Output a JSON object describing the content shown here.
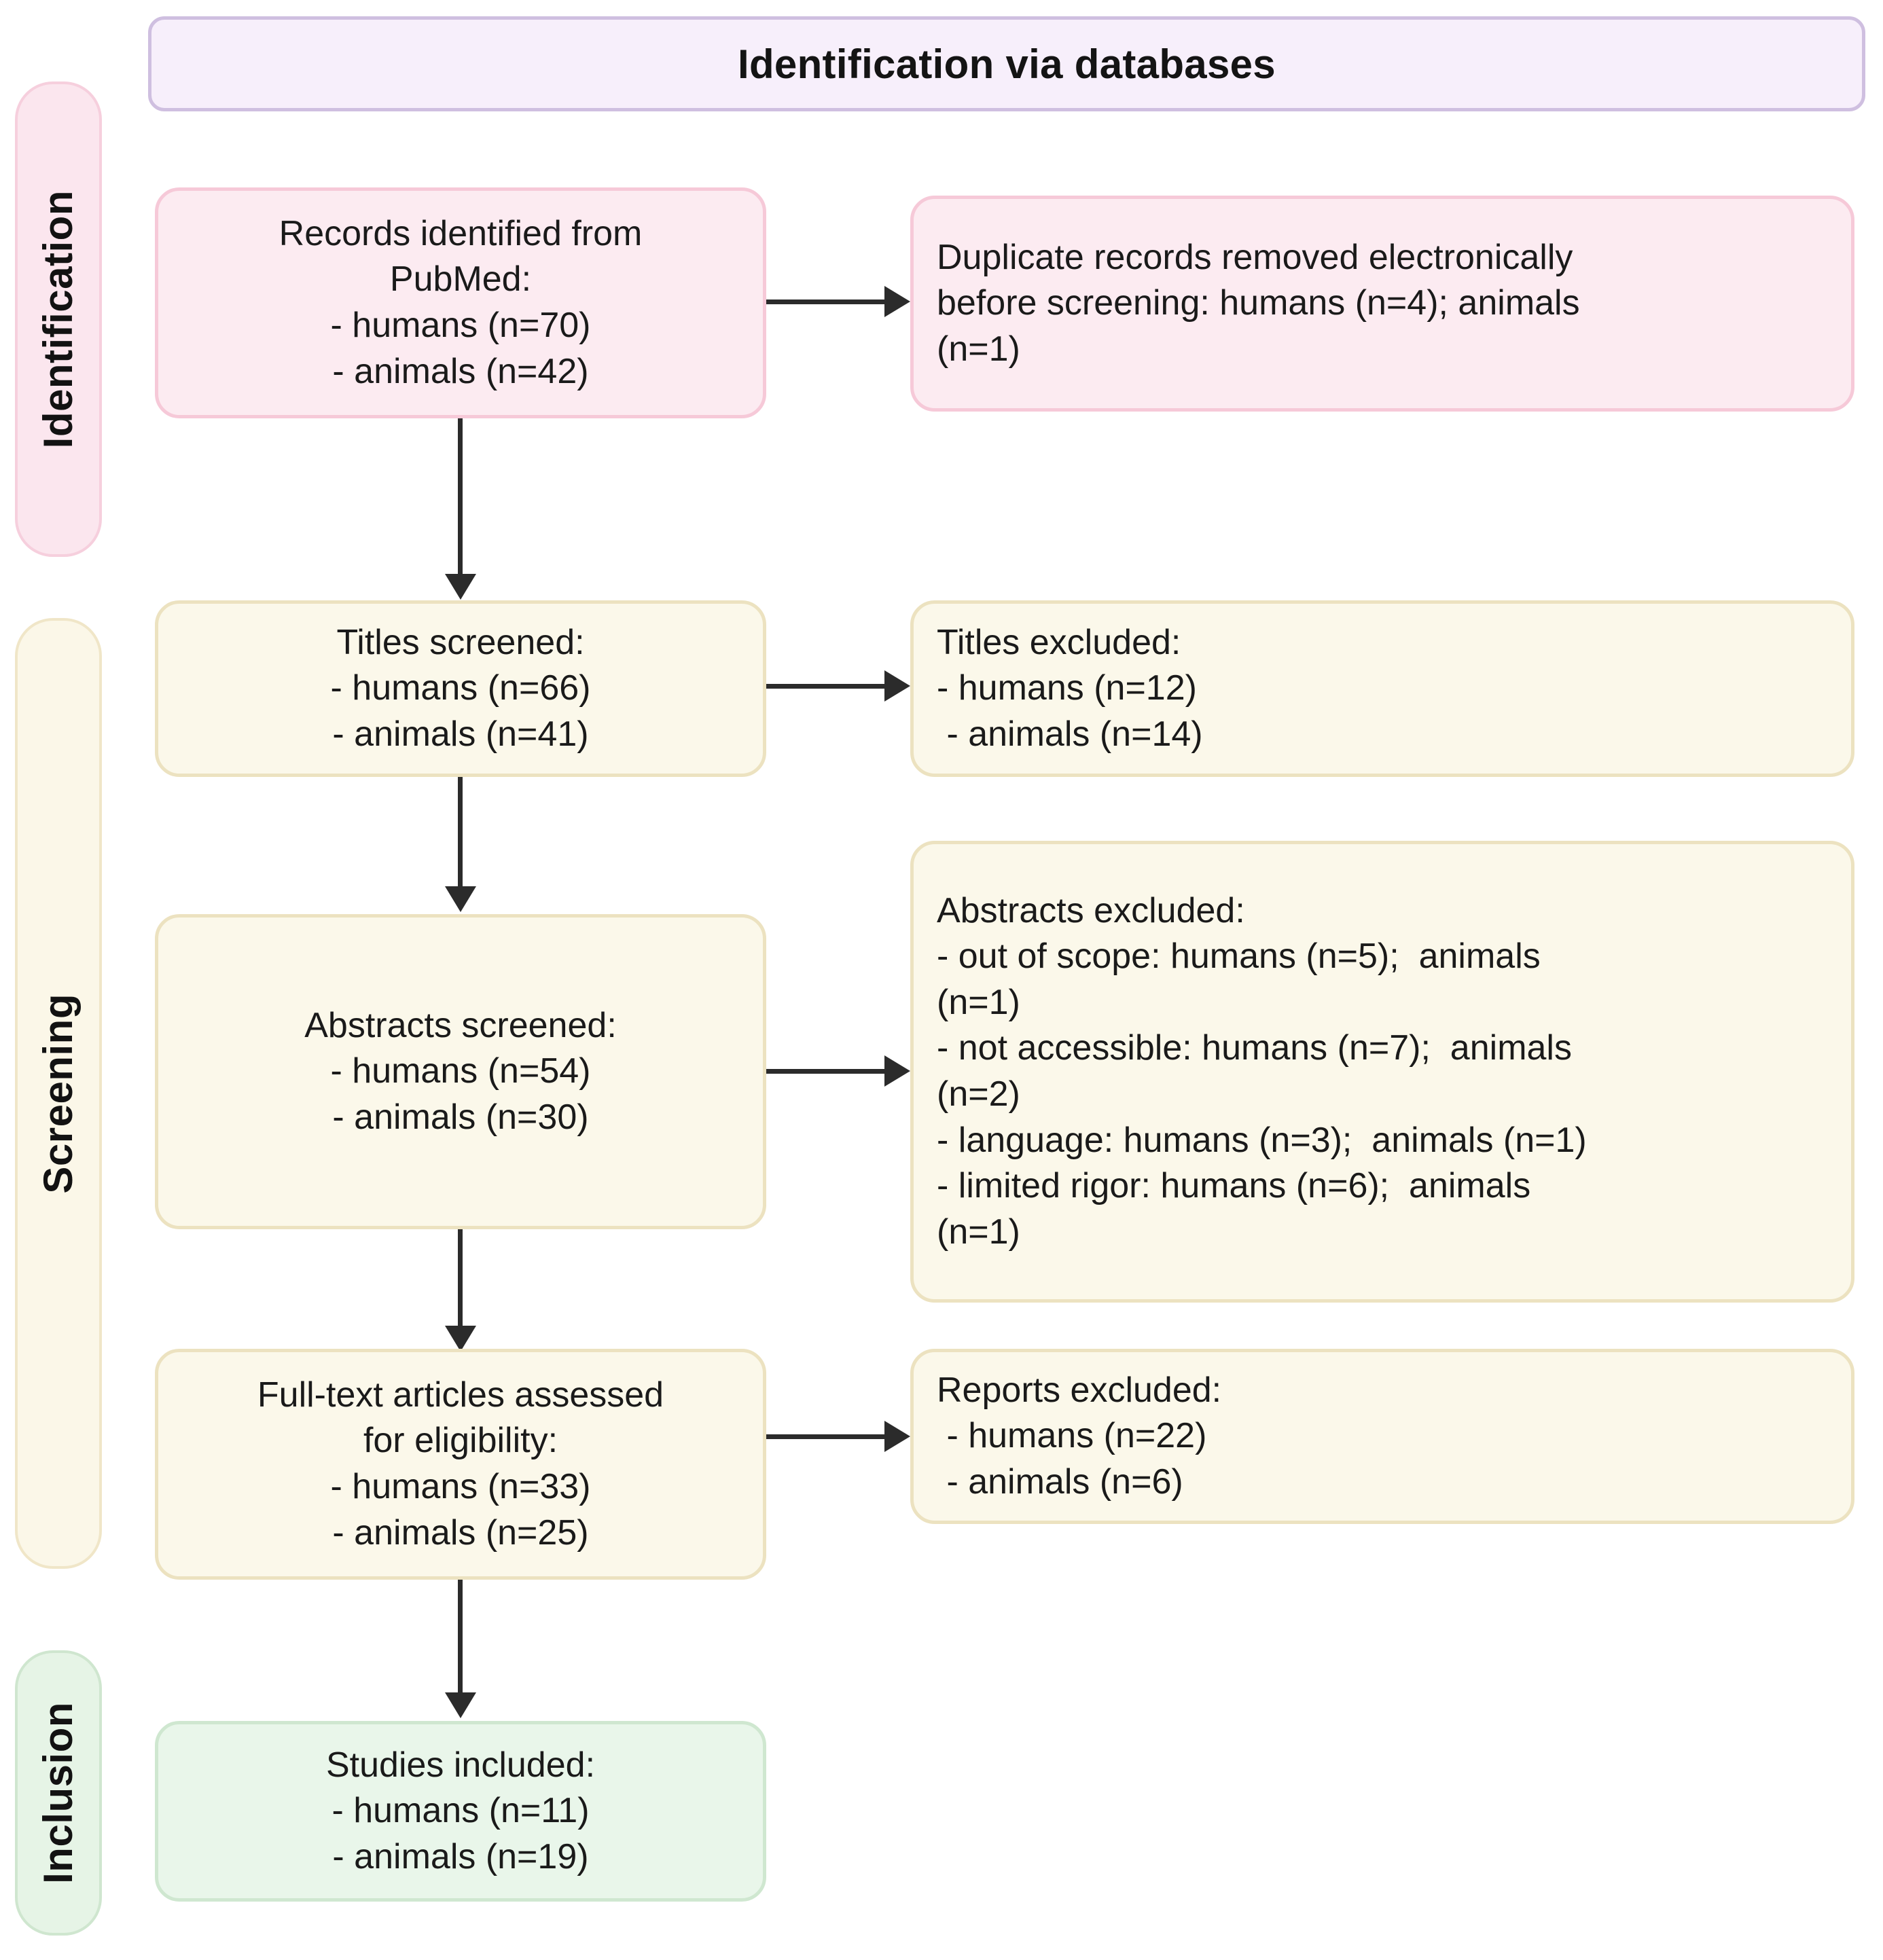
{
  "header": {
    "title": "Identification via databases"
  },
  "stages": [
    {
      "id": "identification",
      "label": "Identification",
      "color": "#fbe6ee"
    },
    {
      "id": "screening",
      "label": "Screening",
      "color": "#fbf7e8"
    },
    {
      "id": "inclusion",
      "label": "Inclusion",
      "color": "#e6f4e6"
    }
  ],
  "nodes": {
    "records_identified": {
      "lines": [
        "Records identified from",
        "PubMed:",
        "- humans (n=70)",
        "- animals (n=42)"
      ]
    },
    "duplicates_removed": {
      "lines": [
        "Duplicate records removed electronically",
        "before screening: humans (n=4);  animals",
        "(n=1)"
      ]
    },
    "titles_screened": {
      "lines": [
        "Titles screened:",
        "- humans (n=66)",
        "- animals (n=41)"
      ]
    },
    "titles_excluded": {
      "lines": [
        "Titles excluded:",
        "- humans (n=12)",
        " - animals (n=14)"
      ]
    },
    "abstracts_screened": {
      "lines": [
        "Abstracts screened:",
        "- humans (n=54)",
        "- animals (n=30)"
      ]
    },
    "abstracts_excluded": {
      "lines": [
        "Abstracts excluded:",
        "- out of scope: humans (n=5);  animals",
        "(n=1)",
        "- not accessible: humans (n=7);  animals",
        "(n=2)",
        "- language: humans (n=3);  animals (n=1)",
        "- limited rigor: humans (n=6);  animals",
        "(n=1)"
      ]
    },
    "fulltext_assessed": {
      "lines": [
        "Full-text articles assessed",
        "for eligibility:",
        "- humans (n=33)",
        "- animals (n=25)"
      ]
    },
    "reports_excluded": {
      "lines": [
        "Reports excluded:",
        " - humans (n=22)",
        " - animals (n=6)"
      ]
    },
    "studies_included": {
      "lines": [
        "Studies included:",
        "- humans (n=11)",
        "- animals (n=19)"
      ]
    }
  },
  "chart_data": {
    "type": "diagram",
    "title": "PRISMA flow diagram — Identification via databases",
    "stages": [
      "Identification",
      "Screening",
      "Inclusion"
    ],
    "counts": {
      "records_identified": {
        "humans": 70,
        "animals": 42
      },
      "duplicates_removed": {
        "humans": 4,
        "animals": 1
      },
      "titles_screened": {
        "humans": 66,
        "animals": 41
      },
      "titles_excluded": {
        "humans": 12,
        "animals": 14
      },
      "abstracts_screened": {
        "humans": 54,
        "animals": 30
      },
      "abstracts_excluded": {
        "out_of_scope": {
          "humans": 5,
          "animals": 1
        },
        "not_accessible": {
          "humans": 7,
          "animals": 2
        },
        "language": {
          "humans": 3,
          "animals": 1
        },
        "limited_rigor": {
          "humans": 6,
          "animals": 1
        }
      },
      "fulltext_assessed": {
        "humans": 33,
        "animals": 25
      },
      "reports_excluded": {
        "humans": 22,
        "animals": 6
      },
      "studies_included": {
        "humans": 11,
        "animals": 19
      }
    }
  }
}
